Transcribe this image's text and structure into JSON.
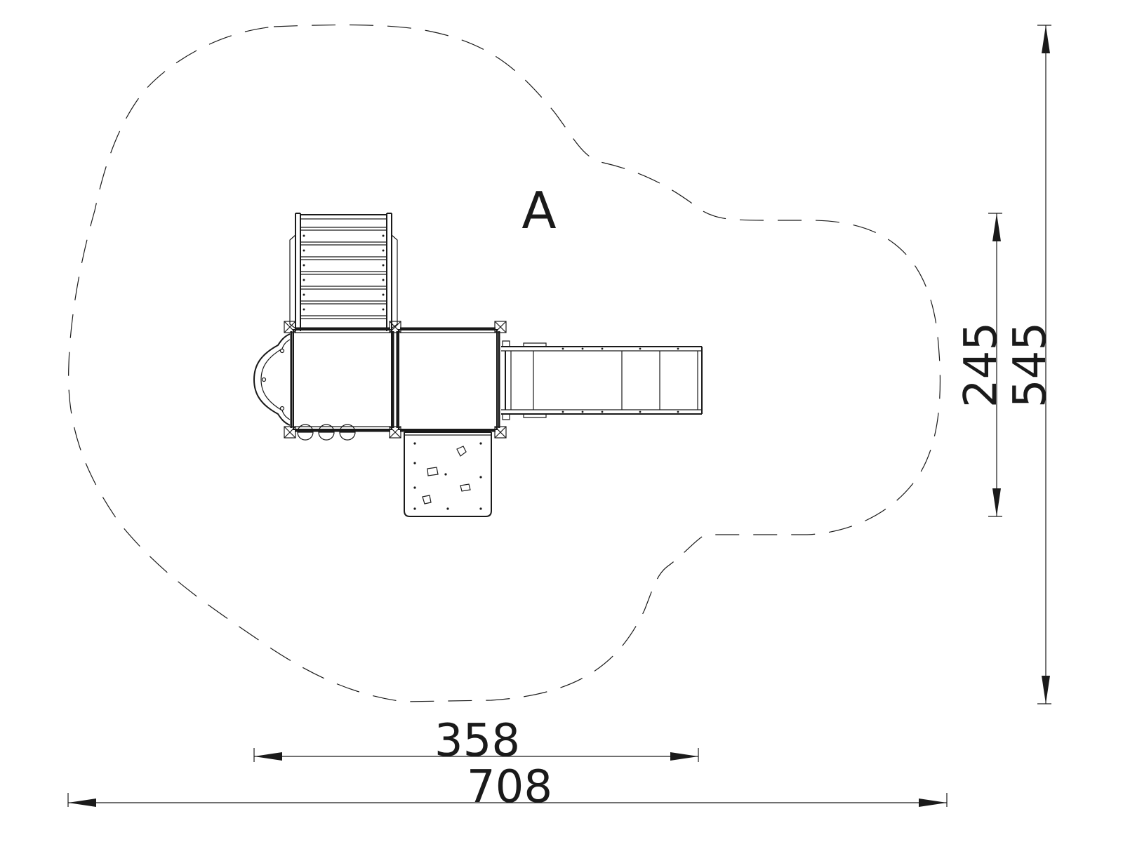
{
  "zone_label": "A",
  "dimensions": {
    "width_total": "708",
    "width_partial": "358",
    "height_total": "545",
    "height_partial": "245"
  },
  "colors": {
    "line": "#1a1a1a",
    "fill": "#ffffff",
    "panel": "#f4f4f4"
  }
}
